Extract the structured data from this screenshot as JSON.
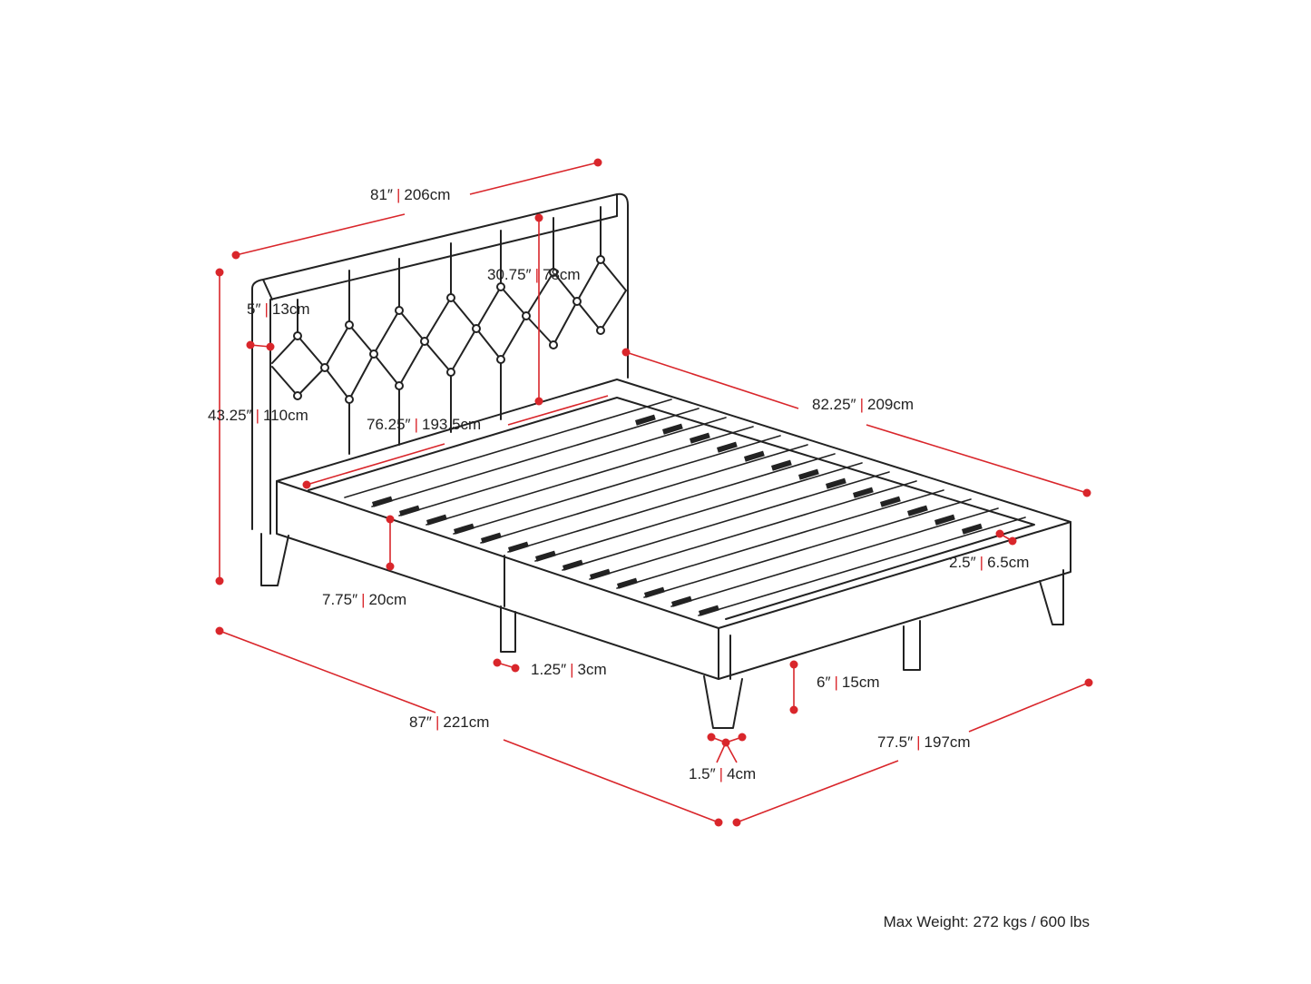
{
  "colors": {
    "line": "#222222",
    "dimension": "#d9262b",
    "background": "#ffffff"
  },
  "dimensions": {
    "headboard_width": {
      "imperial": "81″",
      "metric": "206cm"
    },
    "headboard_panel": {
      "imperial": "30.75″",
      "metric": "78cm"
    },
    "post_width": {
      "imperial": "5″",
      "metric": "13cm"
    },
    "total_height": {
      "imperial": "43.25″",
      "metric": "110cm"
    },
    "inner_width": {
      "imperial": "76.25″",
      "metric": "193.5cm"
    },
    "inner_length": {
      "imperial": "82.25″",
      "metric": "209cm"
    },
    "rail_height": {
      "imperial": "7.75″",
      "metric": "20cm"
    },
    "slat_gap": {
      "imperial": "2.5″",
      "metric": "6.5cm"
    },
    "center_leg": {
      "imperial": "1.25″",
      "metric": "3cm"
    },
    "leg_height": {
      "imperial": "6″",
      "metric": "15cm"
    },
    "total_length": {
      "imperial": "87″",
      "metric": "221cm"
    },
    "total_width": {
      "imperial": "77.5″",
      "metric": "197cm"
    },
    "leg_width": {
      "imperial": "1.5″",
      "metric": "4cm"
    }
  },
  "footer": {
    "max_weight": "Max Weight: 272 kgs / 600 lbs"
  }
}
